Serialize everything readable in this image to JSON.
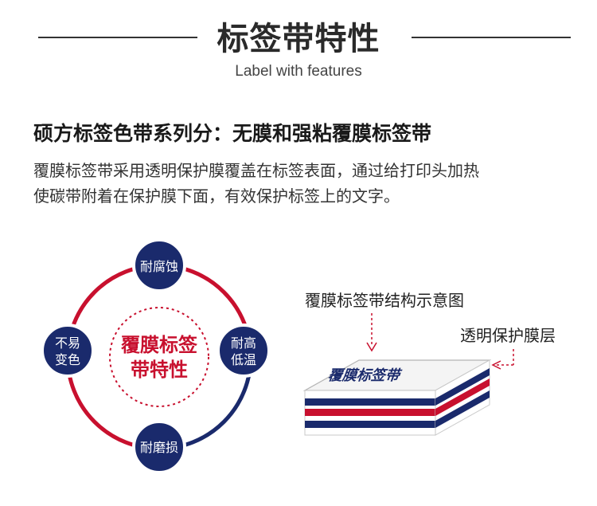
{
  "header": {
    "title": "标签带特性",
    "subtitle": "Label with features"
  },
  "section": {
    "title": "硕方标签色带系列分：无膜和强粘覆膜标签带",
    "desc_line1": "覆膜标签带采用透明保护膜覆盖在标签表面，通过给打印头加热",
    "desc_line2": "使碳带附着在保护膜下面，有效保护标签上的文字。"
  },
  "features": {
    "center_line1": "覆膜标签",
    "center_line2": "带特性",
    "top": "耐腐蚀",
    "left_line1": "不易",
    "left_line2": "变色",
    "right_line1": "耐高",
    "right_line2": "低温",
    "bottom": "耐磨损"
  },
  "diagram": {
    "title": "覆膜标签带结构示意图",
    "layer_label": "透明保护膜层",
    "box_text": "覆膜标签带"
  },
  "colors": {
    "navy": "#1a2a6c",
    "red": "#c8102e"
  }
}
